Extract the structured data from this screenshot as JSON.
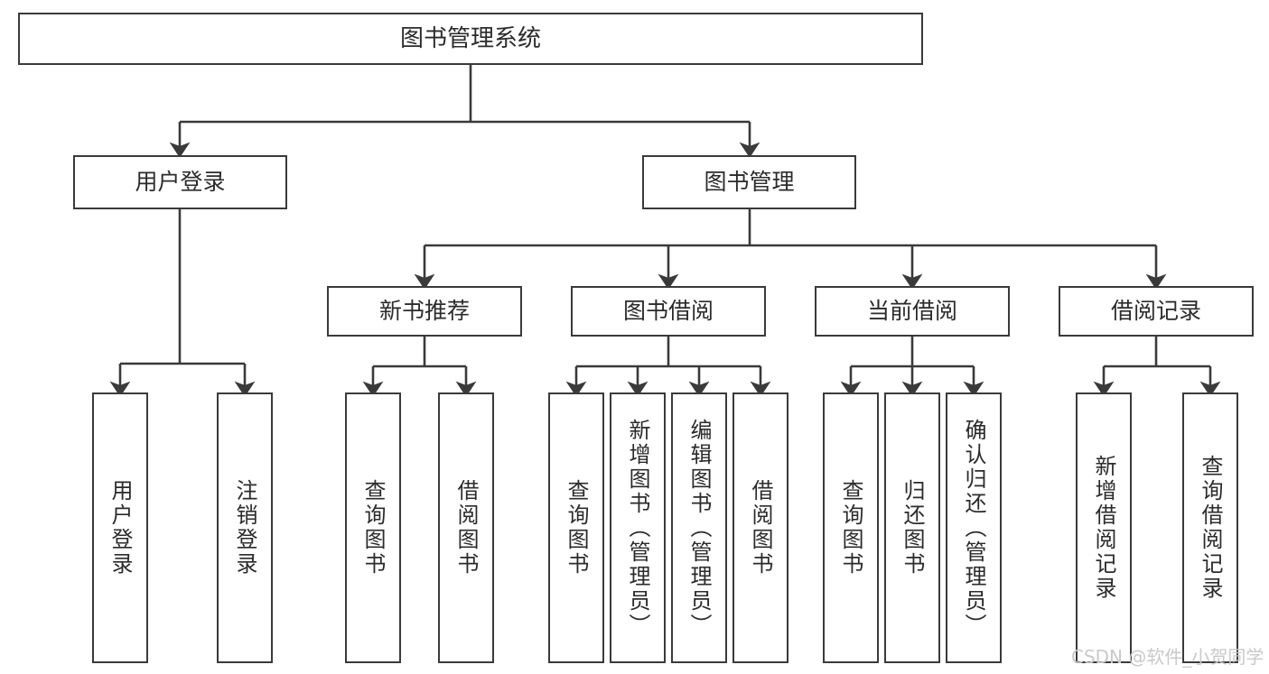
{
  "diagram": {
    "title": "图书管理系统",
    "type": "tree-hierarchy",
    "watermark": "CSDN @软件_小贺同学",
    "colors": {
      "box_border": "#3a3a3a",
      "box_fill": "#ffffff",
      "connector": "#3a3a3a",
      "text": "#2b2b2b",
      "watermark": "#c9c9c9",
      "background": "#ffffff"
    },
    "nodes": {
      "root": {
        "label": "图书管理系统"
      },
      "level1": [
        {
          "id": "user-login",
          "label": "用户登录"
        },
        {
          "id": "book-manage",
          "label": "图书管理"
        }
      ],
      "level2": [
        {
          "id": "new-book-recommend",
          "label": "新书推荐"
        },
        {
          "id": "book-borrow",
          "label": "图书借阅"
        },
        {
          "id": "current-borrow",
          "label": "当前借阅"
        },
        {
          "id": "borrow-record",
          "label": "借阅记录"
        }
      ],
      "leaves": {
        "user_login": [
          {
            "id": "leaf-user-login",
            "label": "用户登录"
          },
          {
            "id": "leaf-logout-login",
            "label": "注销登录"
          }
        ],
        "new_book_recommend": [
          {
            "id": "leaf-query-book-1",
            "label": "查询图书"
          },
          {
            "id": "leaf-borrow-book-1",
            "label": "借阅图书"
          }
        ],
        "book_borrow": [
          {
            "id": "leaf-query-book-2",
            "label": "查询图书"
          },
          {
            "id": "leaf-add-book",
            "label": "新增图书（管理员）"
          },
          {
            "id": "leaf-edit-book",
            "label": "编辑图书（管理员）"
          },
          {
            "id": "leaf-borrow-book-2",
            "label": "借阅图书"
          }
        ],
        "current_borrow": [
          {
            "id": "leaf-query-book-3",
            "label": "查询图书"
          },
          {
            "id": "leaf-return-book",
            "label": "归还图书"
          },
          {
            "id": "leaf-confirm-return",
            "label": "确认归还（管理员）"
          }
        ],
        "borrow_record": [
          {
            "id": "leaf-add-record",
            "label": "新增借阅记录"
          },
          {
            "id": "leaf-query-record",
            "label": "查询借阅记录"
          }
        ]
      }
    }
  }
}
